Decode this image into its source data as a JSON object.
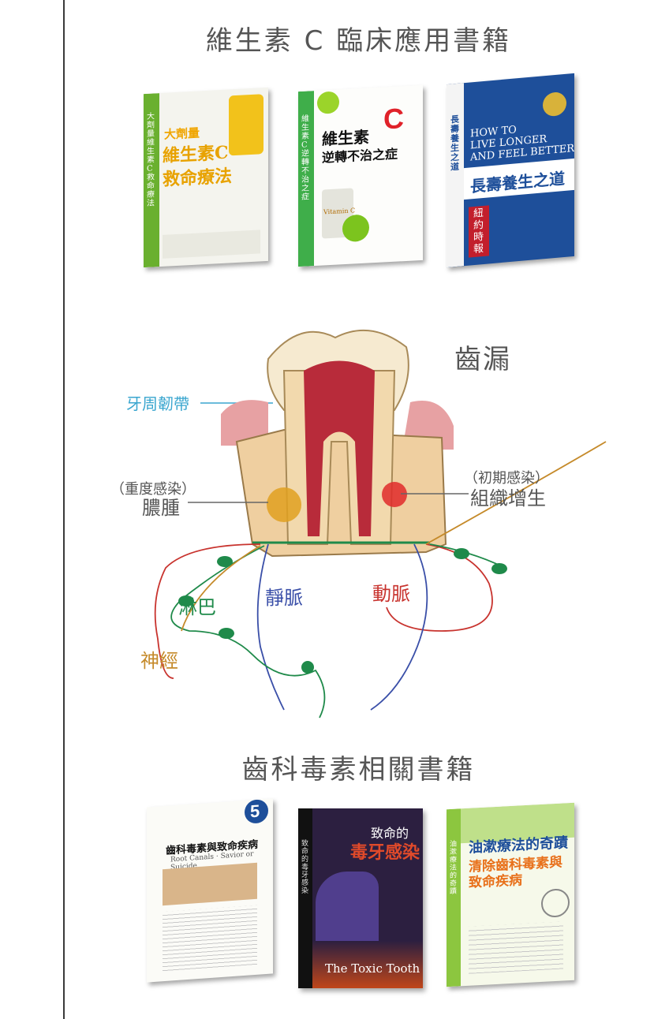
{
  "headings": {
    "vitamin_c_books": "維生素 C 臨床應用書籍",
    "dental_toxin_books": "齒科毒素相關書籍"
  },
  "books_top": [
    {
      "line1": "大劑量",
      "line2": "維生素C",
      "line3": "救命療法",
      "spine": "大劑量維生素C救命療法"
    },
    {
      "line1": "維生素",
      "line2": "C",
      "line3": "逆轉不治之症",
      "spine": "維生素C逆轉不治之症",
      "bottle": "Vitamin C"
    },
    {
      "line1": "HOW TO",
      "line2": "LIVE LONGER",
      "line3": "AND FEEL BETTER",
      "title": "長壽養生之道",
      "side": "紐約時報",
      "spine": "長壽養生之道"
    }
  ],
  "diagram": {
    "title": "齒漏",
    "periodontal_ligament": "牙周韌帶",
    "severe_infection": "（重度感染）",
    "abscess": "膿腫",
    "early_infection": "（初期感染）",
    "tissue_growth": "組織增生",
    "lymph": "淋巴",
    "vein": "靜脈",
    "artery": "動脈",
    "nerve": "神經"
  },
  "books_bottom": [
    {
      "badge": "5",
      "title": "齒科毒素與致命疾病",
      "subtitle": "Root Canals · Savior or Suicide"
    },
    {
      "line1": "致命的",
      "line2": "毒牙感染",
      "en": "The Toxic Tooth",
      "spine": "致命的毒牙感染"
    },
    {
      "line1": "油漱療法的奇蹟",
      "line2": "清除齒科毒素與",
      "line3": "致命疾病",
      "spine": "油漱療法的奇蹟"
    }
  ],
  "colors": {
    "periodontal": "#3aa6cf",
    "lymph": "#1f8a4a",
    "vein": "#3a4fa8",
    "artery": "#c8332e",
    "nerve": "#c58a2a"
  }
}
